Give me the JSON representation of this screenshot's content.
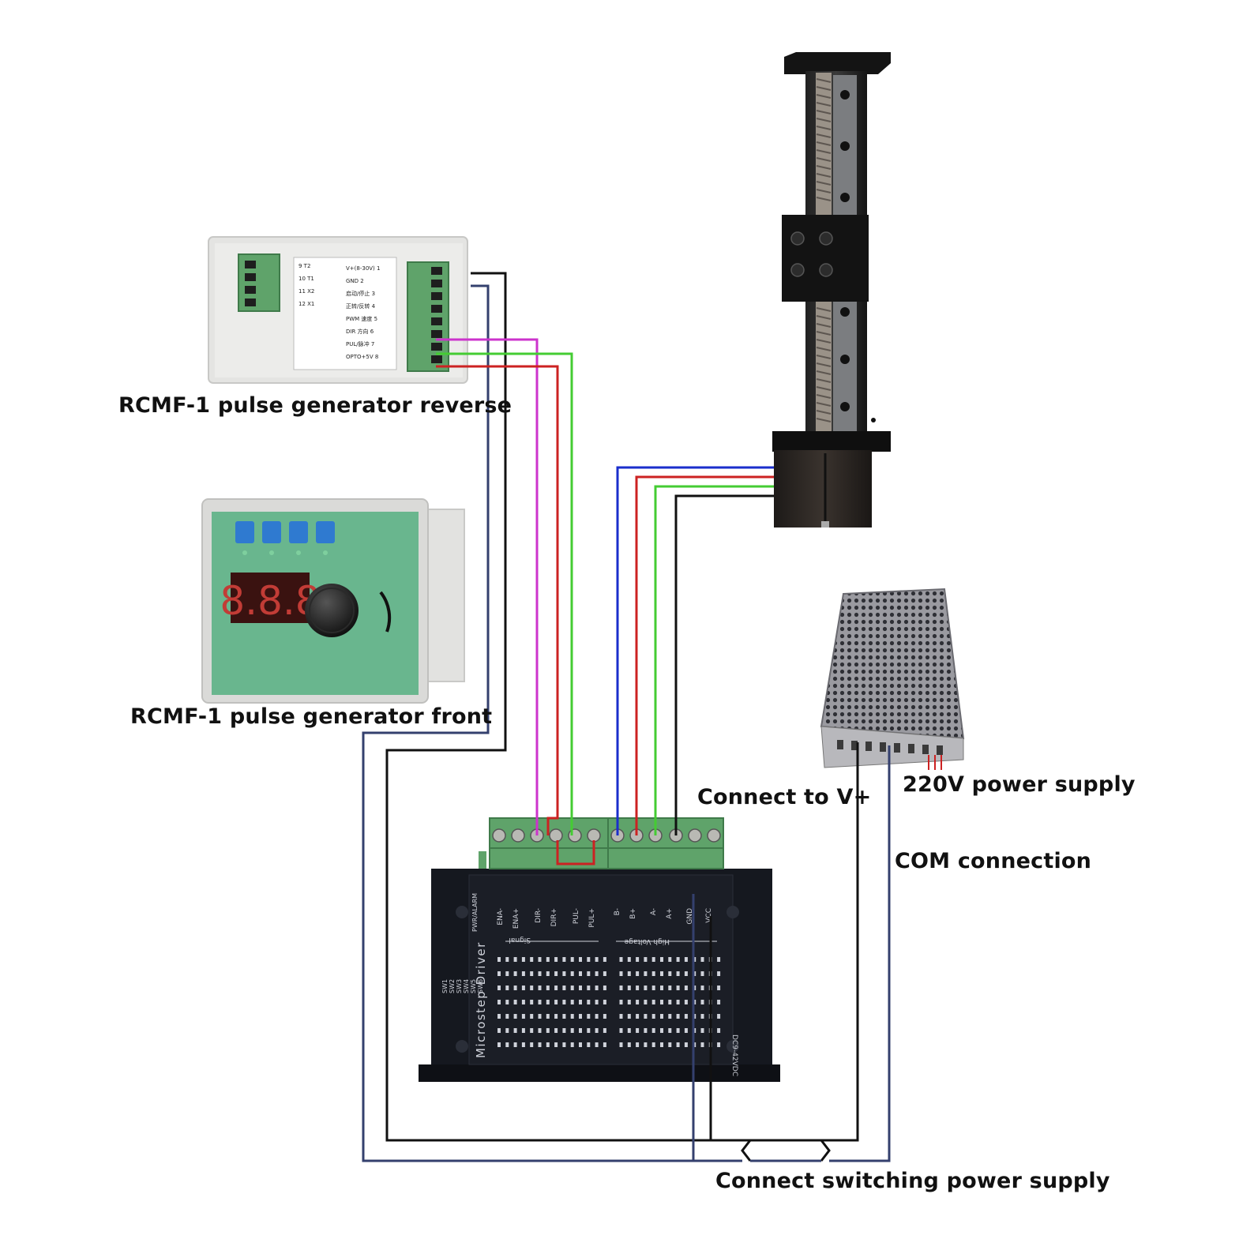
{
  "labels": {
    "reverse": "RCMF-1 pulse generator reverse",
    "front": "RCMF-1 pulse generator front",
    "connect_v": "Connect to V+",
    "power_220": "220V power supply",
    "com": "COM connection",
    "switching": "Connect switching power supply"
  },
  "pulse_reverse_terminals": [
    "V+(8-30V)",
    "GND",
    "启动/停止",
    "正转/反转",
    "PWM 速度",
    "DIR 方向",
    "PUL/脉冲",
    "OPTO+5V"
  ],
  "pulse_reverse_left_terminals": [
    "T2",
    "T1",
    "X2",
    "X1"
  ],
  "pulse_reverse_left_numbers": [
    "9",
    "10",
    "11",
    "12"
  ],
  "pulse_front_display": "8.8.8",
  "driver": {
    "title": "Microstep Driver",
    "signal_terminals": [
      "ENA-",
      "ENA+",
      "DIR-",
      "DIR+",
      "PUL-",
      "PUL+"
    ],
    "hv_terminals": [
      "B-",
      "B+",
      "A-",
      "A+",
      "GND",
      "VCC"
    ],
    "group_signal": "Signal",
    "group_hv": "High Voltage",
    "voltage": "DC9-42VDC",
    "alarm": "PWR/ALARM",
    "dip": [
      "SW1",
      "SW2",
      "SW3",
      "SW4",
      "SW5",
      "SW6"
    ]
  },
  "colors": {
    "black_wire": "#111111",
    "navy_wire": "#34406e",
    "magenta_wire": "#cc33cc",
    "green_wire": "#44cc33",
    "red_wire": "#cc2222",
    "blue_wire": "#1a2ecc",
    "terminal_green": "#5fa36a",
    "driver_body": "#15181f"
  }
}
